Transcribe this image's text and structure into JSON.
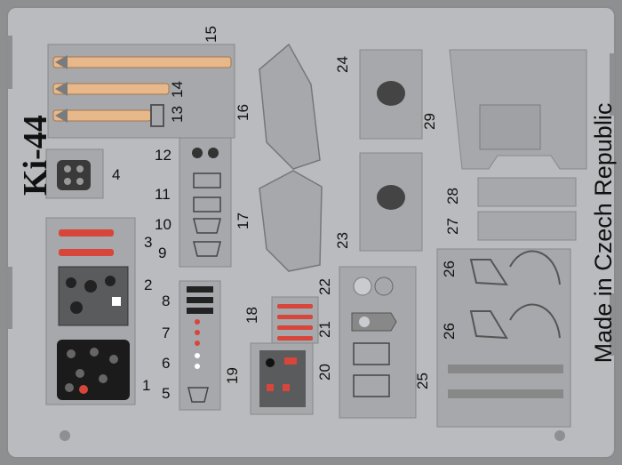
{
  "fret": {
    "title": "Ki-44",
    "made_in": "Made in Czech Republic",
    "part_numbers": [
      "1",
      "2",
      "3",
      "4",
      "5",
      "6",
      "7",
      "8",
      "9",
      "10",
      "11",
      "12",
      "13",
      "14",
      "15",
      "16",
      "17",
      "18",
      "19",
      "20",
      "21",
      "22",
      "23",
      "24",
      "25",
      "26",
      "26",
      "27",
      "28",
      "29"
    ],
    "colors": {
      "metal": "#bdbfc2",
      "frame": "#9a9b9d",
      "belt": "#e7b88a",
      "red": "#d8453a",
      "panel_black": "#1b1b1b",
      "panel_grey": "#5a5b5c"
    }
  }
}
